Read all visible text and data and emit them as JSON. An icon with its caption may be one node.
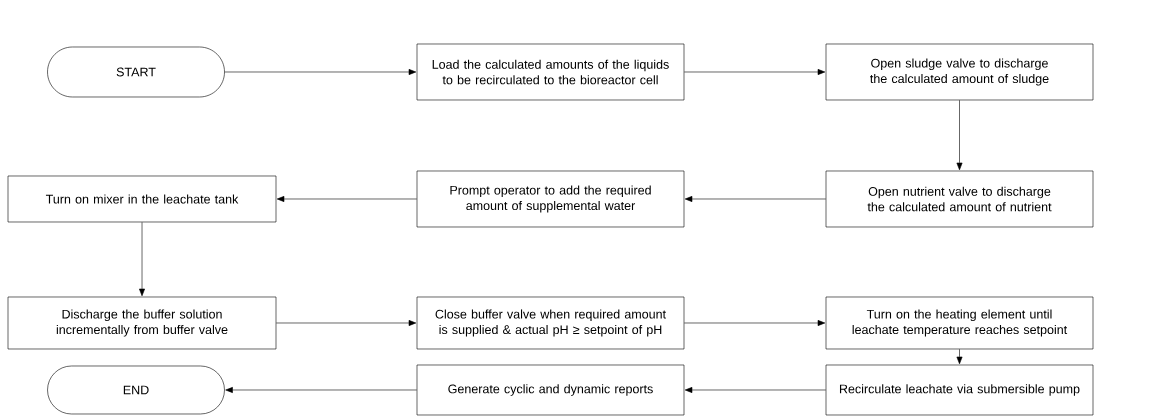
{
  "diagram": {
    "nodes": [
      {
        "text": [
          "START"
        ]
      },
      {
        "text": [
          "Load the calculated amounts of the liquids to be recirculated to the bioreactor cell"
        ]
      },
      {
        "text": [
          "Open sludge valve to discharge the calculated amount of sludge"
        ]
      },
      {
        "text": [
          "Open nutrient valve to discharge the calculated amount of nutrient"
        ]
      },
      {
        "text": [
          "Prompt operator to add the required amount of supplemental water"
        ]
      },
      {
        "text": [
          "Turn on mixer in the leachate tank"
        ]
      },
      {
        "text": [
          "Discharge the buffer solution incrementally from buffer valve"
        ]
      },
      {
        "text": [
          "Close buffer valve when required amount is supplied & actual pH ≥ setpoint of pH"
        ]
      },
      {
        "text": [
          "Turn on the heating element until leachate temperature reaches setpoint"
        ]
      },
      {
        "text": [
          "Recirculate leachate via submersible pump"
        ]
      },
      {
        "text": [
          "Generate cyclic and dynamic reports"
        ]
      },
      {
        "text": [
          "END"
        ]
      }
    ],
    "edges": [
      {
        "from": 0,
        "to": 1,
        "arrow": "to"
      },
      {
        "from": 1,
        "to": 2,
        "arrow": "to"
      },
      {
        "from": 2,
        "to": 3,
        "arrow": "to"
      },
      {
        "from": 3,
        "to": 4,
        "arrow": "to"
      },
      {
        "from": 4,
        "to": 5,
        "arrow": "to"
      },
      {
        "from": 5,
        "to": 6,
        "arrow": "to"
      },
      {
        "from": 6,
        "to": 7,
        "arrow": "to"
      },
      {
        "from": 7,
        "to": 8,
        "arrow": "to"
      },
      {
        "from": 8,
        "to": 9,
        "arrow": "to"
      },
      {
        "from": 9,
        "to": 10,
        "arrow": "to"
      },
      {
        "from": 10,
        "to": 11,
        "arrow": "to"
      }
    ]
  }
}
